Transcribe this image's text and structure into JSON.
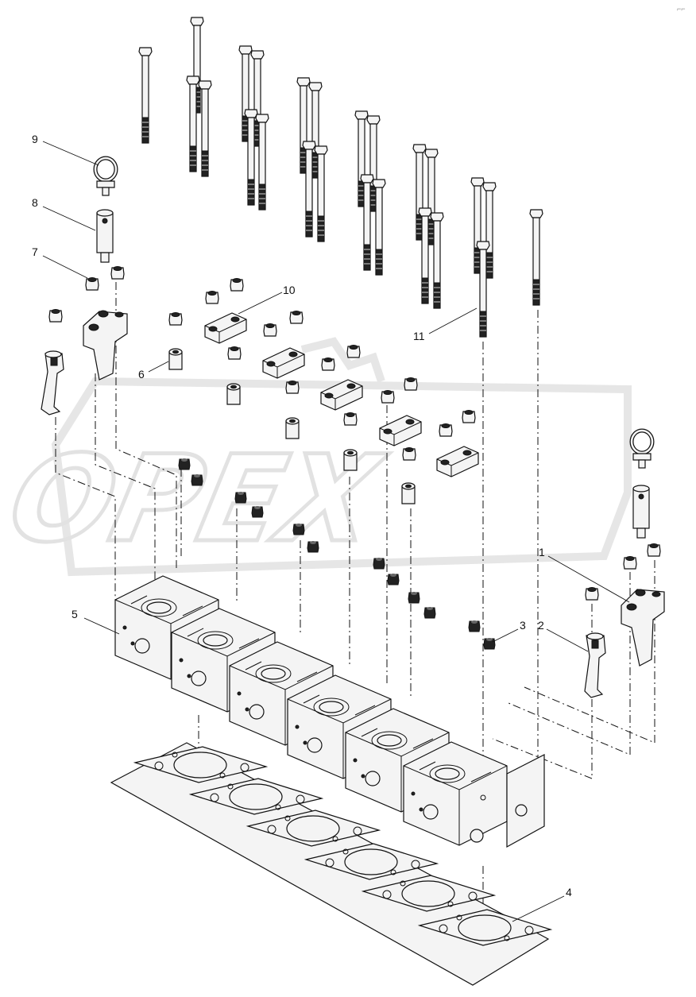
{
  "corner_mark": "⌐⌐",
  "watermark": {
    "text": "OPEX"
  },
  "callouts": [
    {
      "id": "c1",
      "label": "1"
    },
    {
      "id": "c2",
      "label": "2"
    },
    {
      "id": "c3",
      "label": "3"
    },
    {
      "id": "c4",
      "label": "4"
    },
    {
      "id": "c5",
      "label": "5"
    },
    {
      "id": "c6",
      "label": "6"
    },
    {
      "id": "c7",
      "label": "7"
    },
    {
      "id": "c8",
      "label": "8"
    },
    {
      "id": "c9",
      "label": "9"
    },
    {
      "id": "c10",
      "label": "10"
    },
    {
      "id": "c11",
      "label": "11"
    }
  ]
}
